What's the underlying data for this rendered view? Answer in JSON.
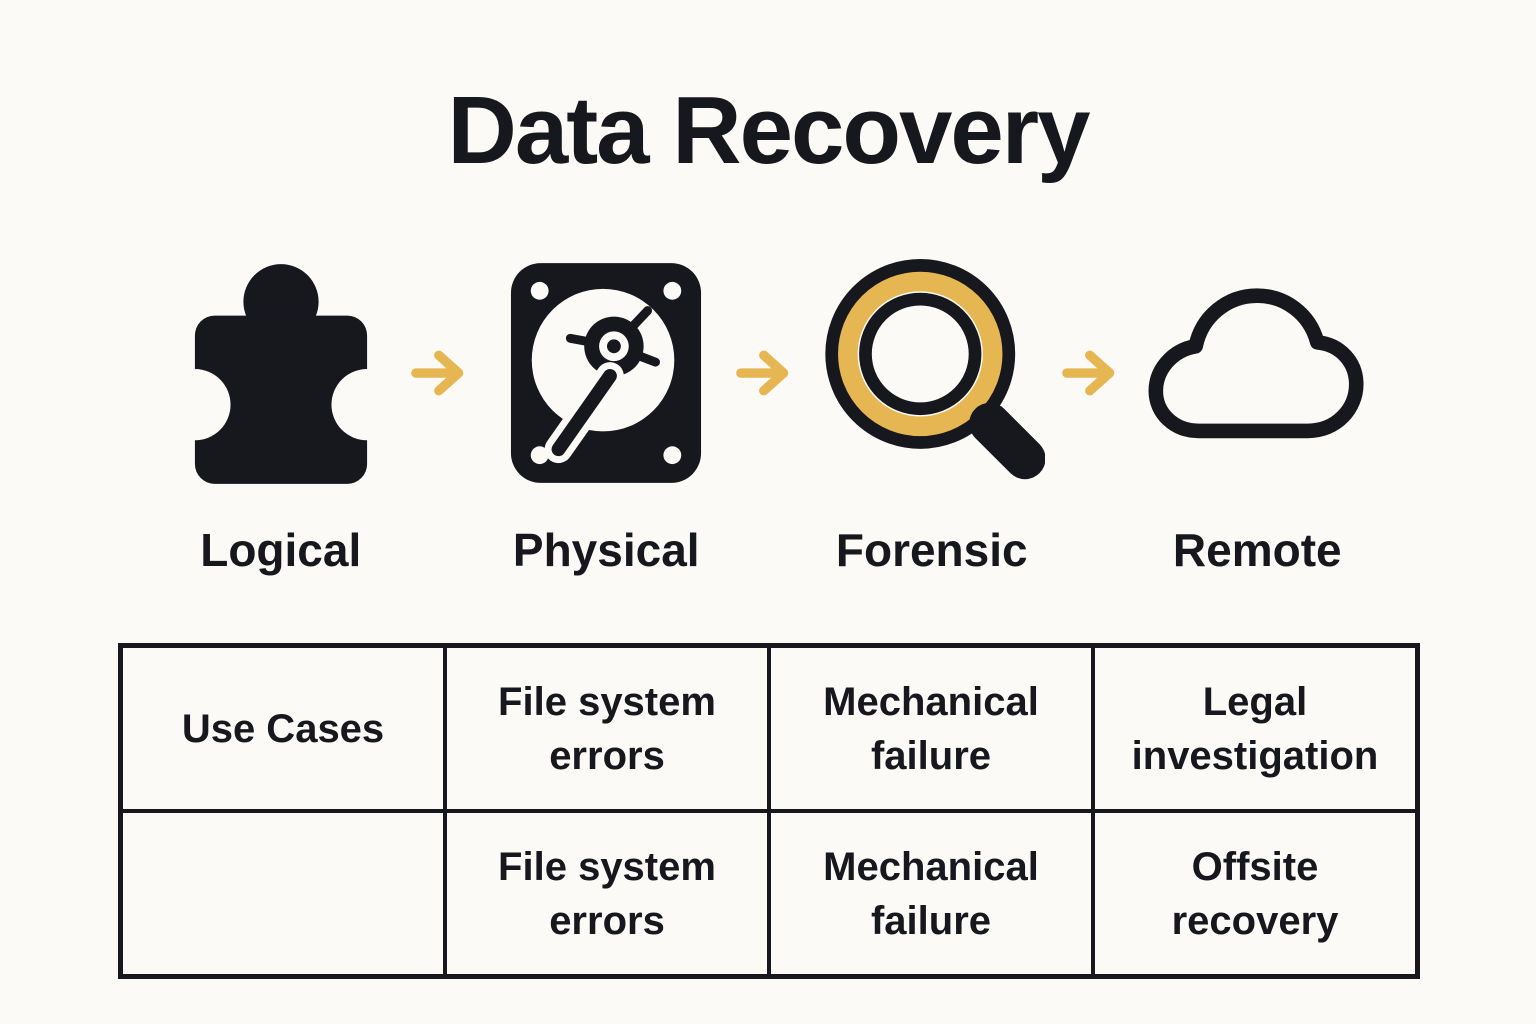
{
  "title": "Data Recovery",
  "colors": {
    "bg": "#FBFAF6",
    "ink": "#17171E",
    "accent": "#E5B651"
  },
  "flow": {
    "steps": [
      {
        "label": "Logical",
        "icon": "puzzle-piece-icon"
      },
      {
        "label": "Physical",
        "icon": "hard-drive-icon"
      },
      {
        "label": "Forensic",
        "icon": "magnifying-glass-icon"
      },
      {
        "label": "Remote",
        "icon": "cloud-icon"
      }
    ],
    "arrow_icon": "arrow-right-icon"
  },
  "table": {
    "rows": [
      [
        "Use Cases",
        "File system errors",
        "Mechanical failure",
        "Legal investigation"
      ],
      [
        "",
        "File system errors",
        "Mechanical failure",
        "Offsite recovery"
      ]
    ]
  }
}
